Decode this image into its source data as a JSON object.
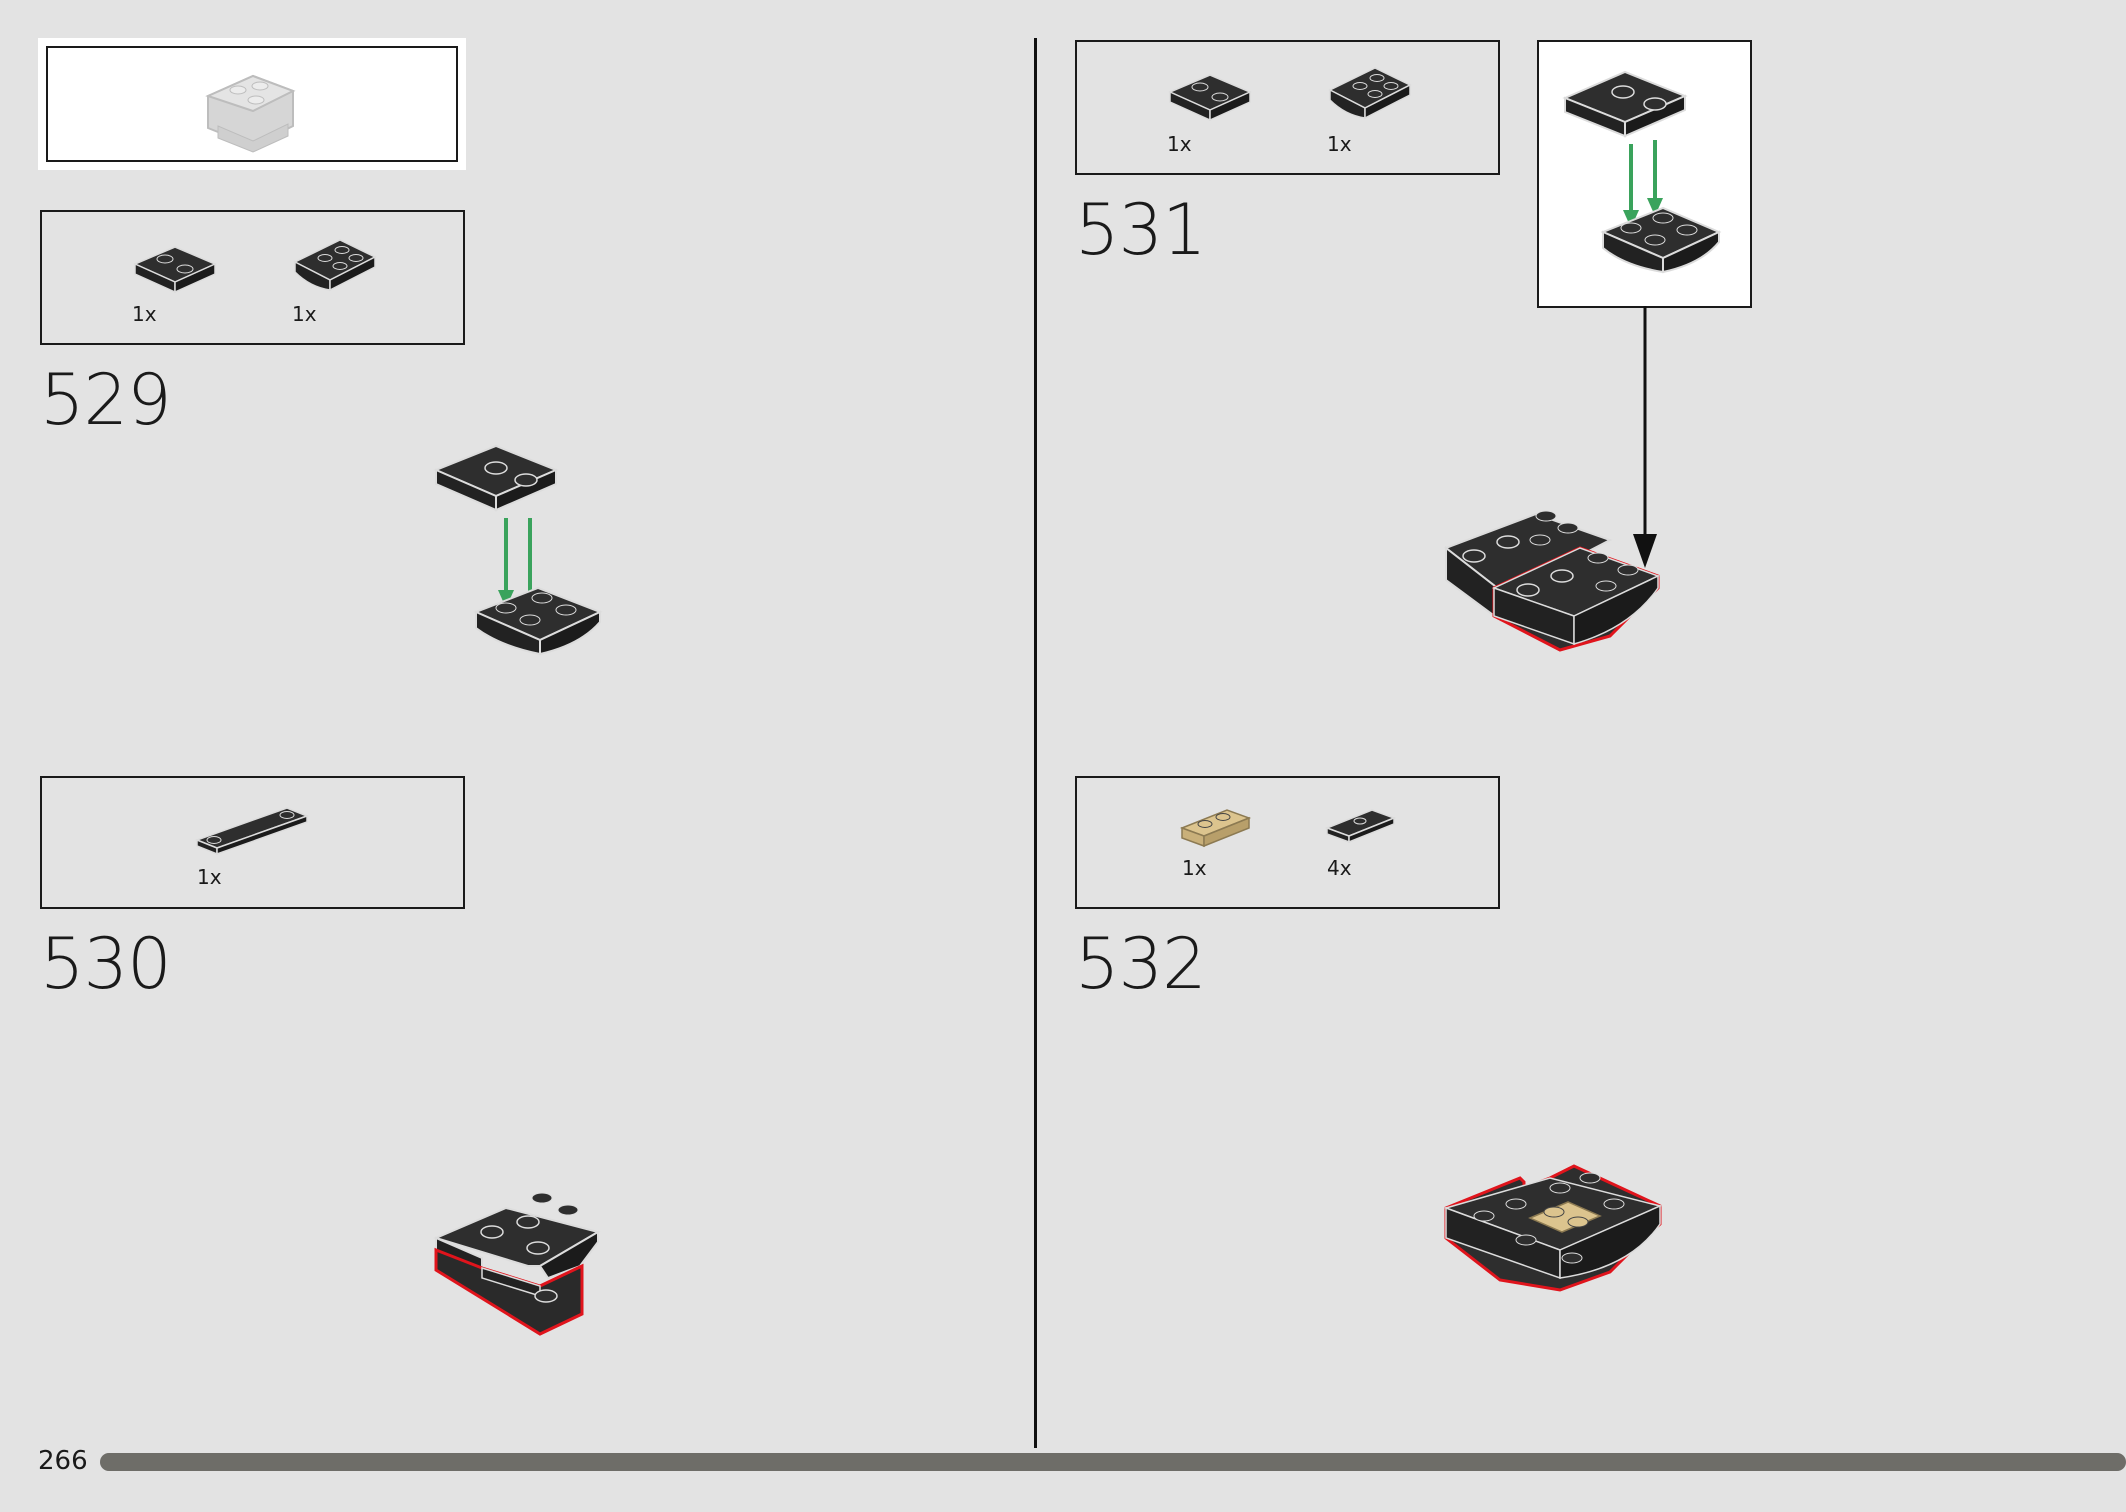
{
  "page": {
    "number": "266",
    "progress": 1.0
  },
  "submodel_callout": {
    "label": "submodel-preview"
  },
  "steps": [
    {
      "number": "529",
      "parts": [
        {
          "qty": "1x",
          "name": "plate-2x2-black"
        },
        {
          "qty": "1x",
          "name": "curved-inverted-plate-black"
        }
      ]
    },
    {
      "number": "530",
      "parts": [
        {
          "qty": "1x",
          "name": "plate-1x4-black"
        }
      ]
    },
    {
      "number": "531",
      "parts": [
        {
          "qty": "1x",
          "name": "plate-2x2-black"
        },
        {
          "qty": "1x",
          "name": "curved-inverted-plate-black"
        }
      ]
    },
    {
      "number": "532",
      "parts": [
        {
          "qty": "1x",
          "name": "plate-1x2-tan"
        },
        {
          "qty": "4x",
          "name": "plate-1x2-black"
        }
      ]
    }
  ],
  "colors": {
    "background": "#e3e3e3",
    "brick": "#2e2e2e",
    "brick_edge": "#dcdcdc",
    "tan": "#dcc48e",
    "arrow_green": "#3aa35c",
    "highlight_red": "#e0141c"
  }
}
